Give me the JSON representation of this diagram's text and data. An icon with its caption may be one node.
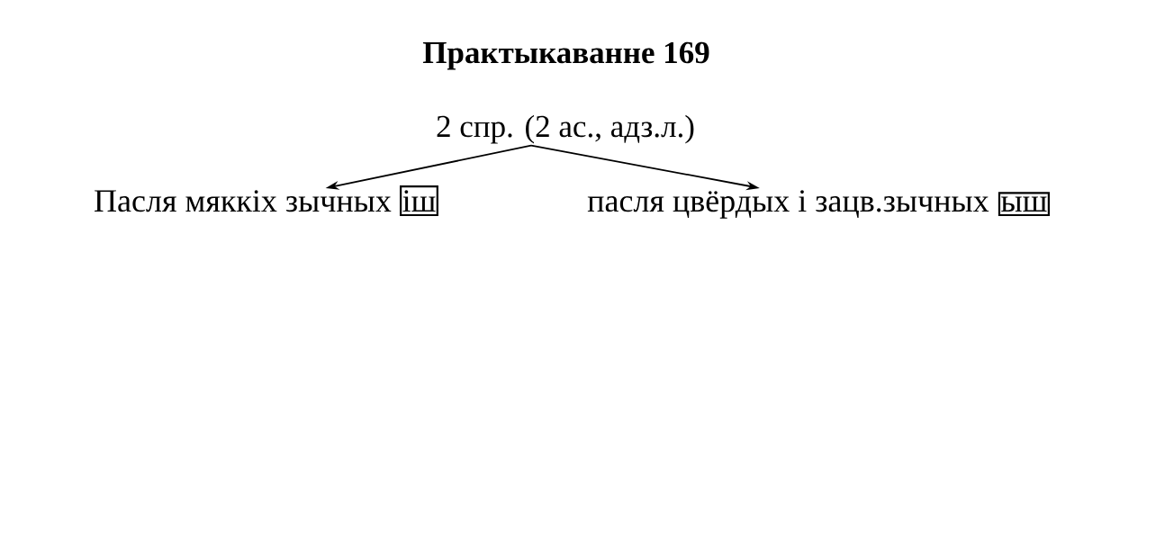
{
  "diagram": {
    "title": "Практыкаванне 169",
    "nodes": [
      {
        "text": [
          "2 спр. (2 ас., адз.л.)"
        ]
      },
      {
        "text": [
          "Пасля мяккіх зычных"
        ]
      },
      {
        "text": [
          "іш"
        ]
      },
      {
        "text": [
          "пасля цвёрдых і зацв.зычных"
        ]
      },
      {
        "text": [
          "ыш"
        ]
      }
    ],
    "edges": [
      {
        "from": 0,
        "to": 1,
        "arrow": "to"
      },
      {
        "from": 0,
        "to": 3,
        "arrow": "to"
      }
    ]
  }
}
